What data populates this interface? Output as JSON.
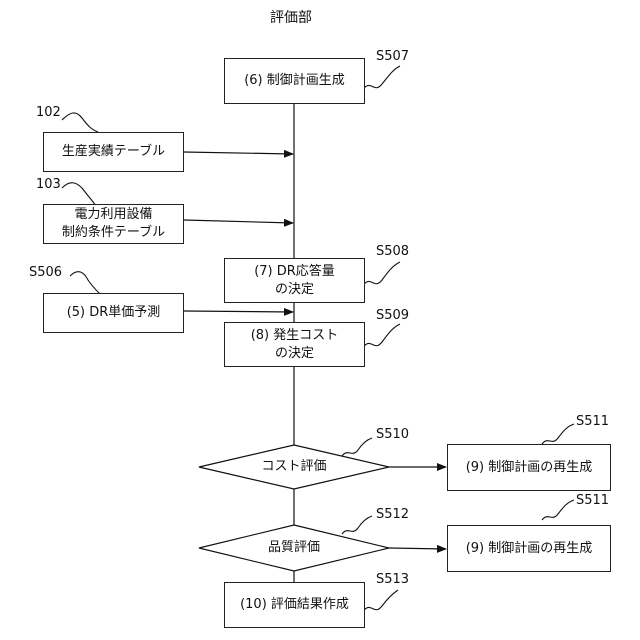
{
  "title": "評価部",
  "boxes": {
    "s507": "(6) 制御計画生成",
    "b102": "生産実績テーブル",
    "b103": "電力利用設備\n制約条件テーブル",
    "s508": "(7) DR応答量\nの決定",
    "s506": "(5) DR単価予測",
    "s509": "(8) 発生コスト\nの決定",
    "s511a": "(9) 制御計画の再生成",
    "s511b": "(9) 制御計画の再生成",
    "s513": "(10) 評価結果作成"
  },
  "decisions": {
    "s510": "コスト評価",
    "s512": "品質評価"
  },
  "refs": {
    "s507": "S507",
    "r102": "102",
    "r103": "103",
    "s508": "S508",
    "s506": "S506",
    "s509": "S509",
    "s510": "S510",
    "s511a": "S511",
    "s512": "S512",
    "s511b": "S511",
    "s513": "S513"
  }
}
